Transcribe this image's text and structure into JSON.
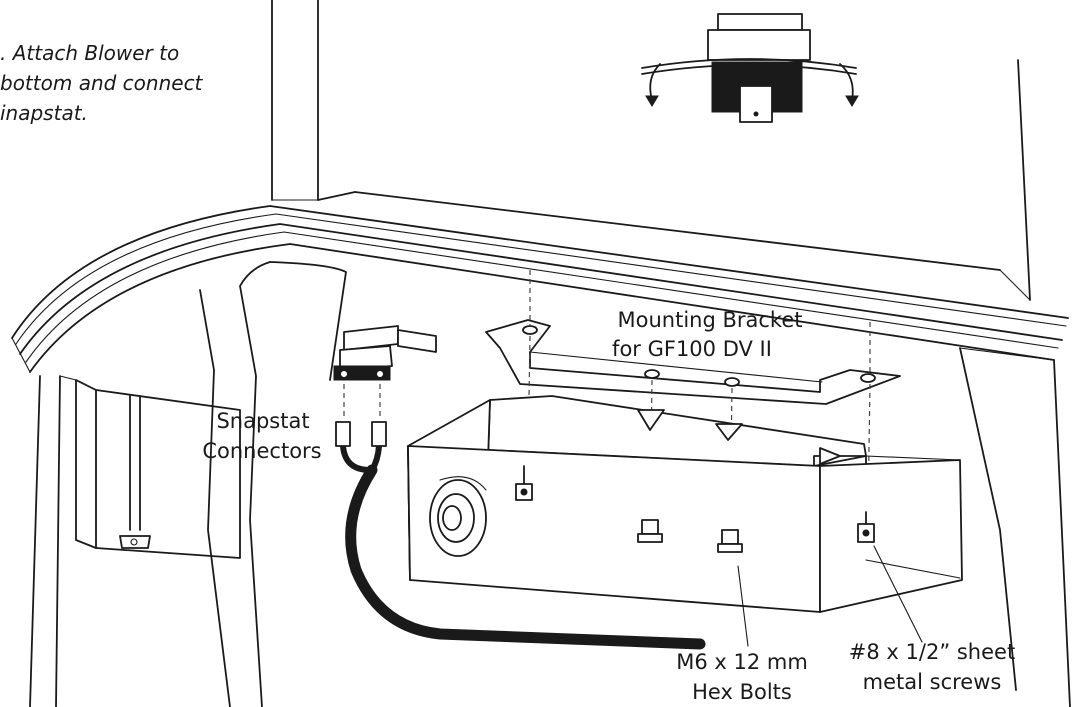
{
  "instruction": {
    "lines": [
      ". Attach Blower to",
      " bottom and connect",
      "inapstat."
    ]
  },
  "labels": {
    "bracket": [
      "Mounting Bracket",
      "for GF100 DV II"
    ],
    "snapstat": [
      "Snapstat",
      "Connectors"
    ],
    "bolts": [
      "M6 x 12 mm",
      "Hex Bolts"
    ],
    "screws": [
      "#8 x 1/2” sheet",
      "metal screws"
    ]
  }
}
